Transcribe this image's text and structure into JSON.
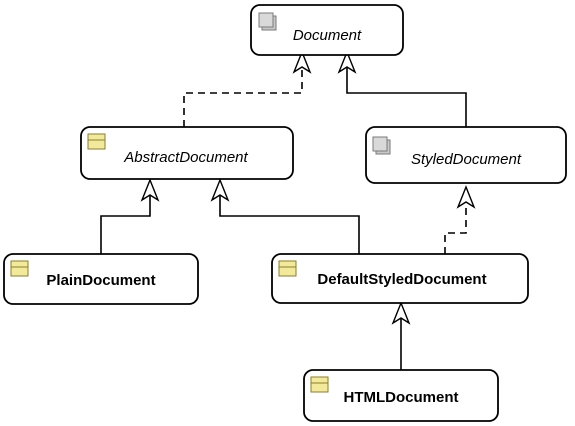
{
  "diagram": {
    "nodes": {
      "document": {
        "label": "Document",
        "kind": "interface",
        "icon": "interface-icon"
      },
      "abstract_document": {
        "label": "AbstractDocument",
        "kind": "abstract",
        "icon": "class-icon"
      },
      "styled_document": {
        "label": "StyledDocument",
        "kind": "interface",
        "icon": "interface-icon"
      },
      "plain_document": {
        "label": "PlainDocument",
        "kind": "class",
        "icon": "class-icon"
      },
      "default_styled_document": {
        "label": "DefaultStyledDocument",
        "kind": "class",
        "icon": "class-icon"
      },
      "html_document": {
        "label": "HTMLDocument",
        "kind": "class",
        "icon": "class-icon"
      }
    },
    "edges": [
      {
        "from": "abstract_document",
        "to": "document",
        "type": "realization"
      },
      {
        "from": "styled_document",
        "to": "document",
        "type": "generalization"
      },
      {
        "from": "plain_document",
        "to": "abstract_document",
        "type": "generalization"
      },
      {
        "from": "default_styled_document",
        "to": "abstract_document",
        "type": "generalization"
      },
      {
        "from": "default_styled_document",
        "to": "styled_document",
        "type": "realization"
      },
      {
        "from": "html_document",
        "to": "default_styled_document",
        "type": "generalization"
      }
    ],
    "colors": {
      "class_icon_fill": "#f2ea9a",
      "class_icon_stroke": "#8a7e2a",
      "interface_icon_fill": "#c8c8c8",
      "interface_icon_stroke": "#7a7a7a"
    }
  }
}
